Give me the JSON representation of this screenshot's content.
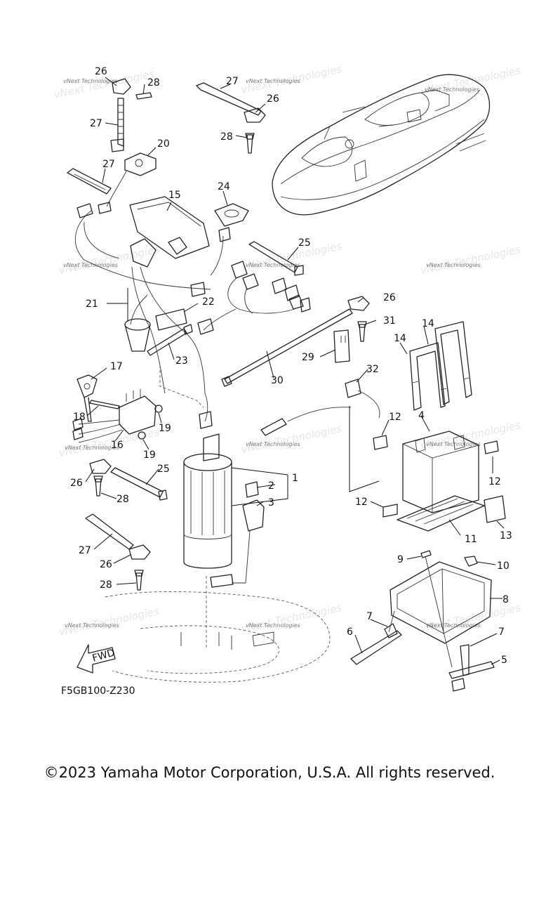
{
  "diagram": {
    "drawing_code": "F5GB100-Z230",
    "direction_label": "FWD",
    "watermark": "vNext Technologies",
    "copyright": "©2023 Yamaha Motor Corporation, U.S.A. All rights reserved.",
    "callouts": [
      "26",
      "28",
      "27",
      "26",
      "27",
      "28",
      "20",
      "27",
      "15",
      "24",
      "25",
      "21",
      "22",
      "23",
      "26",
      "31",
      "14",
      "14",
      "29",
      "30",
      "17",
      "32",
      "18",
      "19",
      "19",
      "16",
      "12",
      "4",
      "26",
      "25",
      "1",
      "2",
      "3",
      "28",
      "12",
      "12",
      "11",
      "13",
      "27",
      "26",
      "9",
      "10",
      "28",
      "8",
      "7",
      "6",
      "7",
      "5"
    ]
  }
}
